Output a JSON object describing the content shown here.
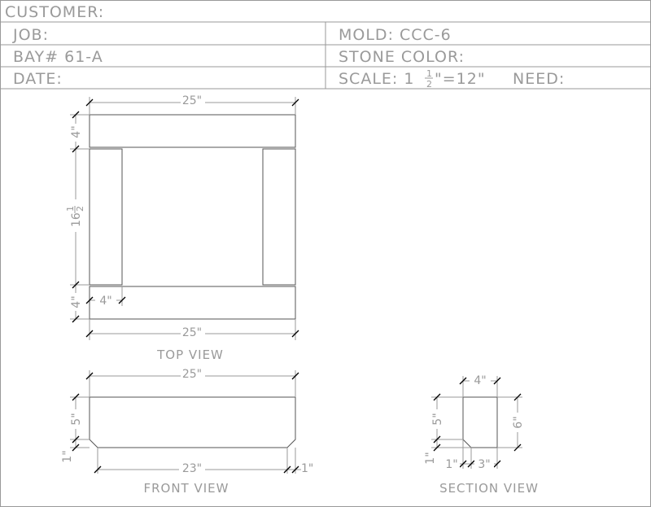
{
  "title_block": {
    "customer_label": "CUSTOMER:",
    "job_label": "JOB:",
    "bay_label": "BAY#  61-A",
    "date_label": "DATE:",
    "mold_label": "MOLD:  CCC-6",
    "stone_color_label": "STONE COLOR:",
    "scale_prefix": "SCALE:  1",
    "scale_frac_num": "1",
    "scale_frac_den": "2",
    "scale_suffix": "\"=12\"",
    "need_label": "NEED:"
  },
  "top_view": {
    "label": "TOP VIEW",
    "width_top": "25\"",
    "width_bottom": "25\"",
    "top_depth": "4\"",
    "bottom_depth": "4\"",
    "side_length_whole": "16",
    "side_length_frac_num": "1",
    "side_length_frac_den": "2",
    "side_width": "4\""
  },
  "front_view": {
    "label": "FRONT VIEW",
    "width_top": "25\"",
    "width_bottom": "23\"",
    "height": "5\"",
    "plinth_height": "1\"",
    "chamfer": "1\""
  },
  "section_view": {
    "label": "SECTION VIEW",
    "width": "4\"",
    "height_total": "6\"",
    "height_face": "5\"",
    "plinth_height": "1\"",
    "chamfer": "1\"",
    "base_width": "3\""
  }
}
